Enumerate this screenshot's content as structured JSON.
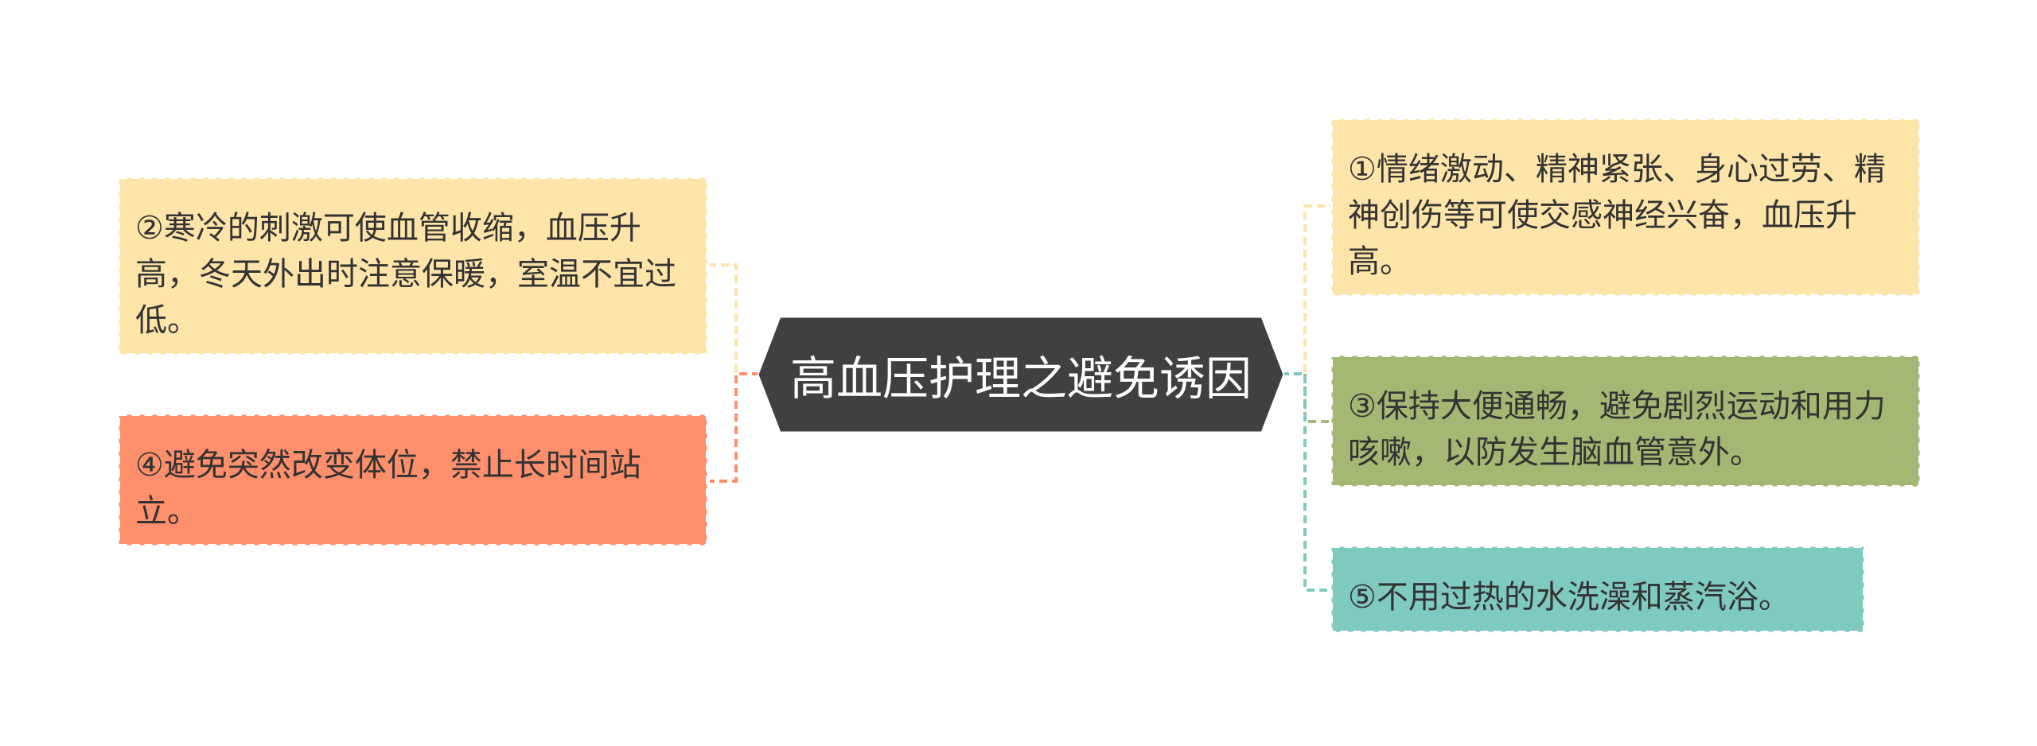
{
  "colors": {
    "center": "#404040",
    "yellow": "#fde4a9",
    "orange": "#fe8f6c",
    "green": "#a4b874",
    "teal": "#7fcabe",
    "text_dark": "#333333",
    "text_light": "#ffffff"
  },
  "center": {
    "label": "高血压护理之避免诱因"
  },
  "left_topics": [
    {
      "label": "②寒冷的刺激可使血管收缩，血压升高，冬天外出时注意保暖，室温不宜过低。"
    },
    {
      "label": "④避免突然改变体位，禁止长时间站立。"
    }
  ],
  "right_topics": [
    {
      "label": "①情绪激动、精神紧张、身心过劳、精神创伤等可使交感神经兴奋，血压升高。"
    },
    {
      "label": "③保持大便通畅，避免剧烈运动和用力咳嗽，以防发生脑血管意外。"
    },
    {
      "label": "⑤不用过热的水洗澡和蒸汽浴。"
    }
  ]
}
